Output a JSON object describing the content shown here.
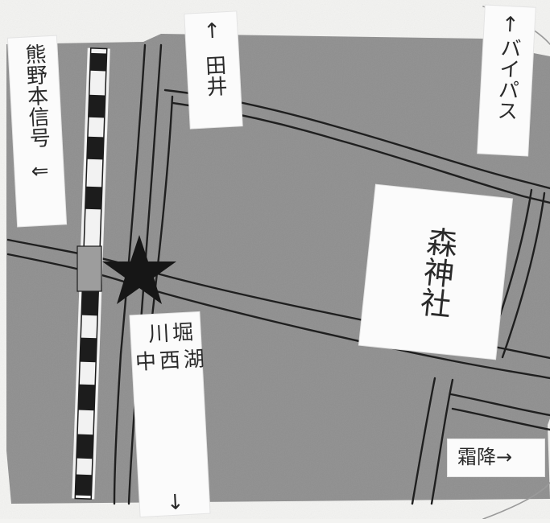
{
  "labels": {
    "kumano_station": "熊野本信号",
    "kumano_arrow": "⇐",
    "tai_arrow": "↑",
    "tai": "田井",
    "bypass": "↑バイパス",
    "shrine": "森神社",
    "horikawa": "堀川",
    "kosai_chu": "湖西中",
    "horikawa_arrow": "↓",
    "shimofuri": "霜降→"
  },
  "icons": {
    "marker": "star-icon",
    "railway": "railway-icon"
  },
  "colors": {
    "land": "#8f8f8f",
    "road_edge": "#1f1f1f",
    "paper": "#f3f3f1",
    "label_bg": "#fbfbfb",
    "marker": "#161616"
  }
}
